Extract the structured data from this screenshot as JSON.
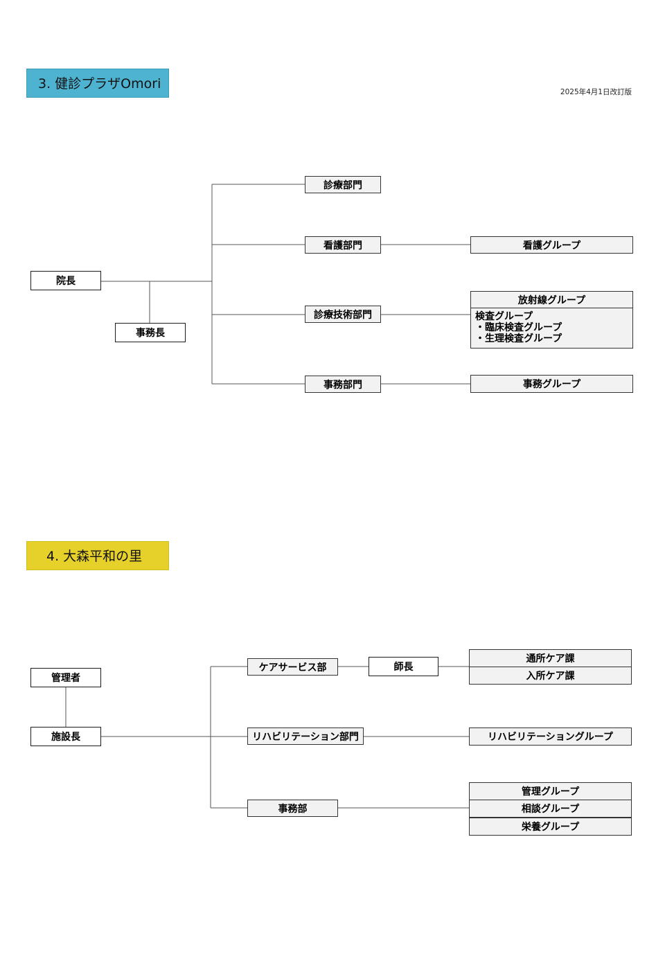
{
  "section3": {
    "title": "3.  健診プラザOmori",
    "revision": "2025年4月1日改訂版",
    "director": "院長",
    "admin_head": "事務長",
    "departments": {
      "medical": "診療部門",
      "nursing": "看護部門",
      "technical": "診療技術部門",
      "office": "事務部門"
    },
    "groups": {
      "nursing": "看護グループ",
      "radiology": "放射線グループ",
      "lab_title": "検査グループ",
      "lab_clinical": "・臨床検査グループ",
      "lab_physio": "・生理検査グループ",
      "office": "事務グループ"
    }
  },
  "section4": {
    "title": "4.  大森平和の里",
    "manager": "管理者",
    "facility_head": "施設長",
    "departments": {
      "care": "ケアサービス部",
      "rehab": "リハビリテーション部門",
      "office": "事務部"
    },
    "chief_nurse": "師長",
    "groups": {
      "day_care": "通所ケア課",
      "residential_care": "入所ケア課",
      "rehab": "リハビリテーショングループ",
      "management": "管理グループ",
      "consultation": "相談グループ",
      "nutrition": "栄養グループ"
    }
  }
}
